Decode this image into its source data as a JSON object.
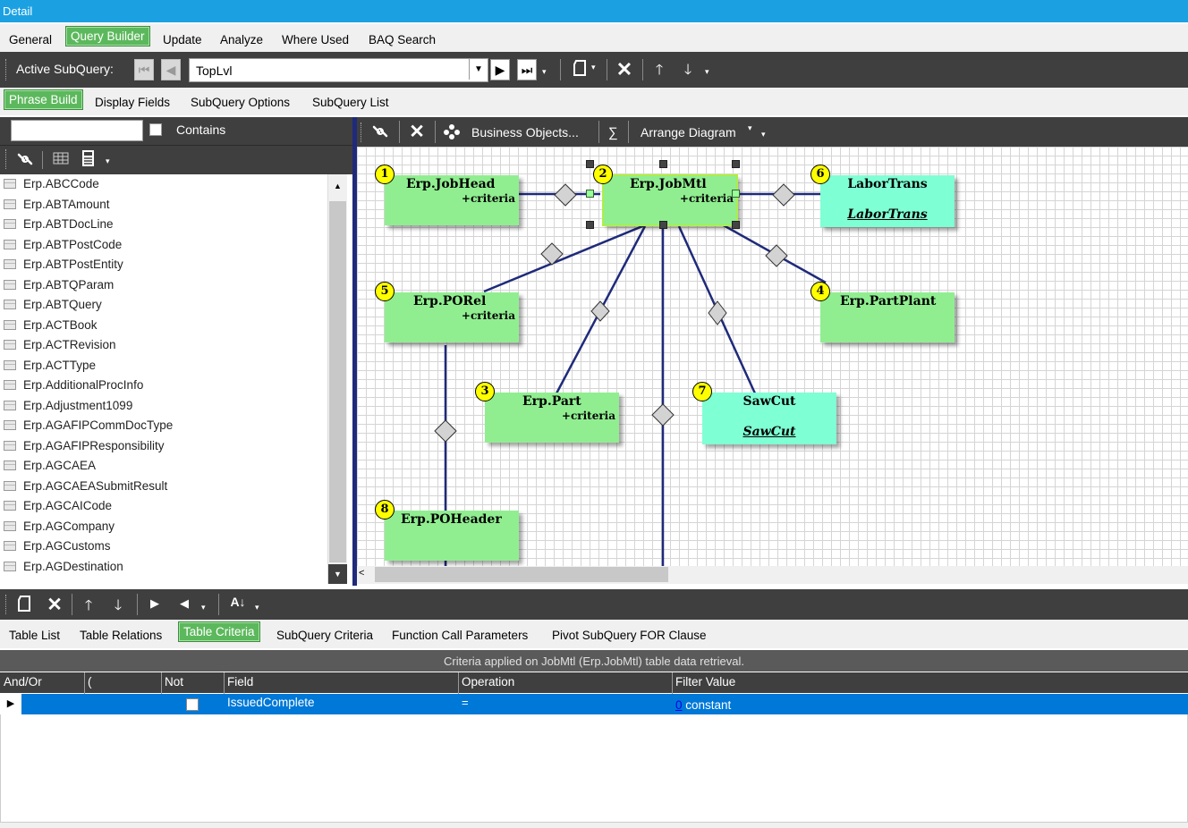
{
  "window": {
    "title": "Detail"
  },
  "main_tabs": [
    {
      "label": "General"
    },
    {
      "label": "Query Builder",
      "active": true
    },
    {
      "label": "Update"
    },
    {
      "label": "Analyze"
    },
    {
      "label": "Where Used"
    },
    {
      "label": "BAQ Search"
    }
  ],
  "subquery_bar": {
    "label": "Active SubQuery:",
    "value": "TopLvl"
  },
  "sub_tabs": [
    {
      "label": "Phrase Build",
      "active": true
    },
    {
      "label": "Display Fields"
    },
    {
      "label": "SubQuery Options"
    },
    {
      "label": "SubQuery List"
    }
  ],
  "search": {
    "value": "",
    "contains_label": "Contains",
    "contains_checked": false
  },
  "table_list": {
    "items": [
      "Erp.ABCCode",
      "Erp.ABTAmount",
      "Erp.ABTDocLine",
      "Erp.ABTPostCode",
      "Erp.ABTPostEntity",
      "Erp.ABTQParam",
      "Erp.ABTQuery",
      "Erp.ACTBook",
      "Erp.ACTRevision",
      "Erp.ACTType",
      "Erp.AdditionalProcInfo",
      "Erp.Adjustment1099",
      "Erp.AGAFIPCommDocType",
      "Erp.AGAFIPResponsibility",
      "Erp.AGCAEA",
      "Erp.AGCAEASubmitResult",
      "Erp.AGCAICode",
      "Erp.AGCompany",
      "Erp.AGCustoms",
      "Erp.AGDestination"
    ]
  },
  "diagram_toolbar": {
    "business_objects": "Business Objects...",
    "sigma": "∑",
    "arrange": "Arrange Diagram"
  },
  "diagram": {
    "nodes": [
      {
        "num": "1",
        "title": "Erp.JobHead",
        "criteria": "+criteria",
        "alias": ""
      },
      {
        "num": "2",
        "title": "Erp.JobMtl",
        "criteria": "+criteria",
        "alias": ""
      },
      {
        "num": "6",
        "title": "LaborTrans",
        "criteria": "",
        "alias": "LaborTrans"
      },
      {
        "num": "5",
        "title": "Erp.PORel",
        "criteria": "+criteria",
        "alias": ""
      },
      {
        "num": "4",
        "title": "Erp.PartPlant",
        "criteria": "",
        "alias": ""
      },
      {
        "num": "3",
        "title": "Erp.Part",
        "criteria": "+criteria",
        "alias": ""
      },
      {
        "num": "7",
        "title": "SawCut",
        "criteria": "",
        "alias": "SawCut"
      },
      {
        "num": "8",
        "title": "Erp.POHeader",
        "criteria": "",
        "alias": ""
      }
    ],
    "colors": {
      "table": "#90ee90",
      "subquery": "#7fffd4",
      "line": "#1f2a7a",
      "badge": "#ffff00"
    }
  },
  "bottom_tabs": [
    {
      "label": "Table List"
    },
    {
      "label": "Table Relations"
    },
    {
      "label": "Table Criteria",
      "active": true
    },
    {
      "label": "SubQuery Criteria"
    },
    {
      "label": "Function Call Parameters"
    },
    {
      "label": "Pivot SubQuery FOR Clause"
    }
  ],
  "criteria": {
    "caption": "Criteria applied on JobMtl (Erp.JobMtl)  table data retrieval.",
    "columns": [
      "And/Or",
      "(",
      "Not",
      "Field",
      "Operation",
      "Filter Value"
    ],
    "rows": [
      {
        "andor": "",
        "paren": "",
        "not": false,
        "field": "IssuedComplete",
        "operation": "=",
        "filter_link": "0",
        "filter_text": " constant"
      }
    ]
  }
}
